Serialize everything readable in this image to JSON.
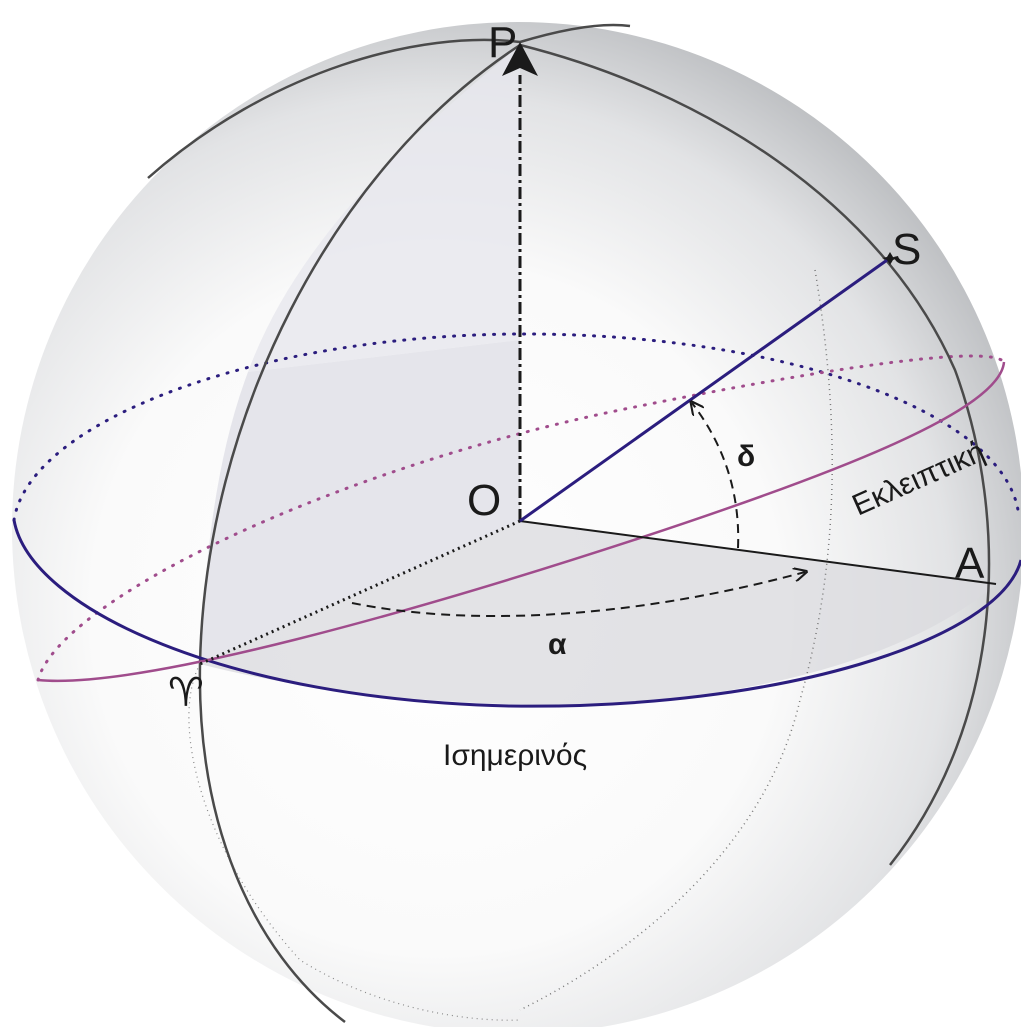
{
  "labels": {
    "pole": "P",
    "center": "O",
    "star": "S",
    "equator_point": "A",
    "vernal_equinox": "♈",
    "declination": "δ",
    "right_ascension": "α",
    "ecliptic": "Εκλειπτική",
    "equator": "Ισημερινός"
  },
  "colors": {
    "sphere_edge": "#b9bbbd",
    "sphere_center": "#ffffff",
    "great_circle": "#4a4a4a",
    "equator": "#2b1d7e",
    "ecliptic": "#a04c8c",
    "star_line": "#2b1d7e",
    "axis": "#1a1a1a",
    "shaded_plane": "#d6d6dc"
  }
}
